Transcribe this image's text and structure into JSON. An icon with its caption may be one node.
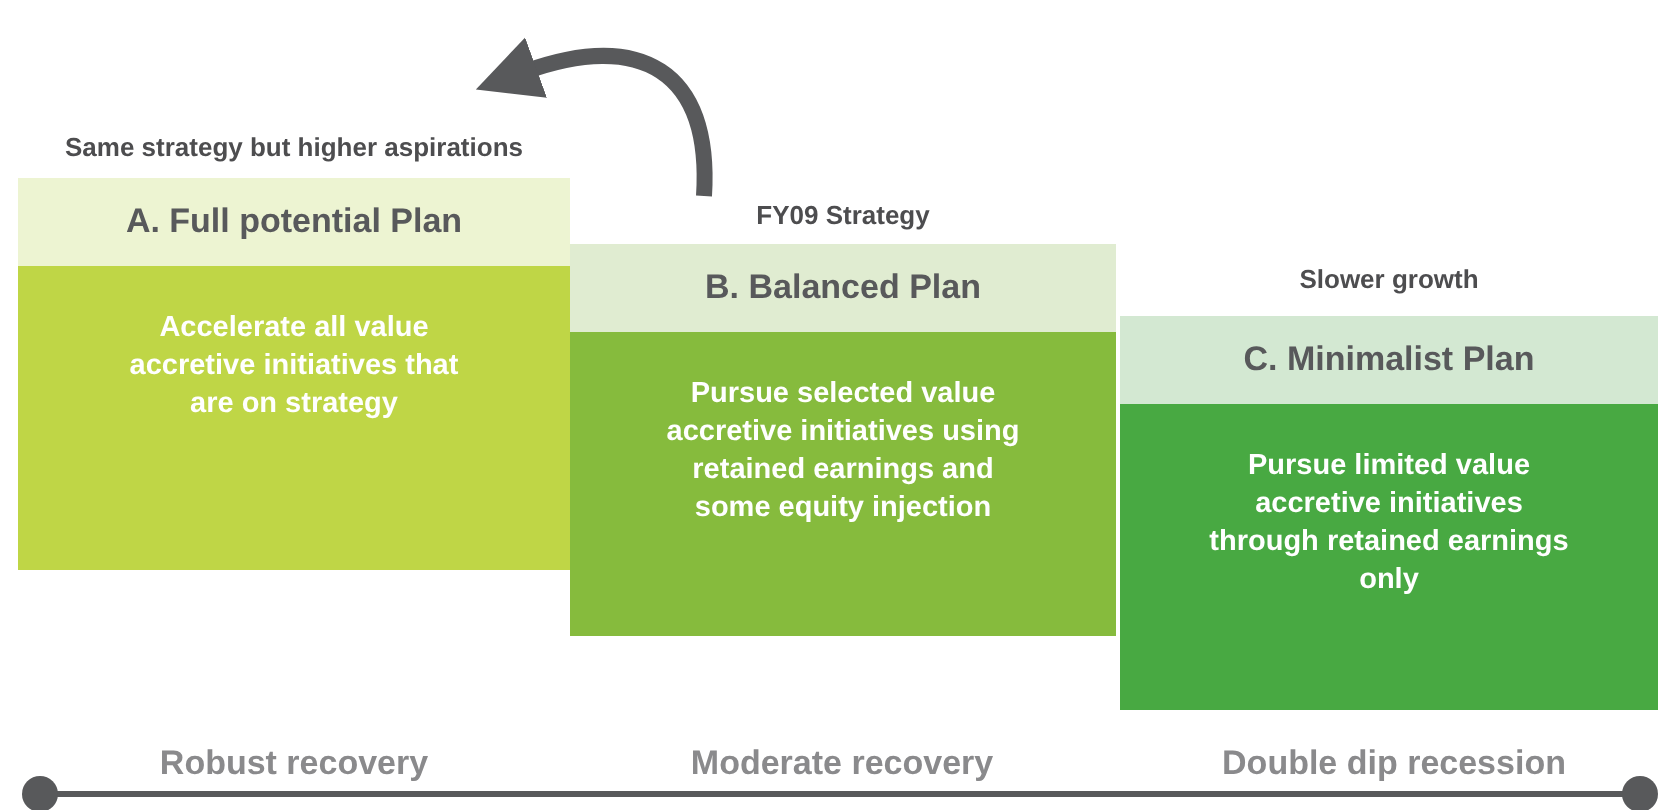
{
  "diagram": {
    "nodes": [
      {
        "text": [
          "A. Full potential Plan",
          "Accelerate all value accretive initiatives that are on strategy"
        ],
        "beside": [
          "Same strategy but higher aspirations"
        ]
      },
      {
        "text": [
          "B. Balanced Plan",
          "Pursue selected value accretive initiatives using retained earnings and some equity injection"
        ],
        "beside": [
          "FY09 Strategy"
        ]
      },
      {
        "text": [
          "C. Minimalist Plan",
          "Pursue limited value accretive initiatives through retained earnings only"
        ],
        "beside": [
          "Slower growth"
        ]
      }
    ],
    "edges": [
      {
        "from": 1,
        "to": 0,
        "arrow": "to"
      }
    ],
    "labels": [
      "Robust recovery",
      "Moderate recovery",
      "Double dip recession"
    ]
  }
}
